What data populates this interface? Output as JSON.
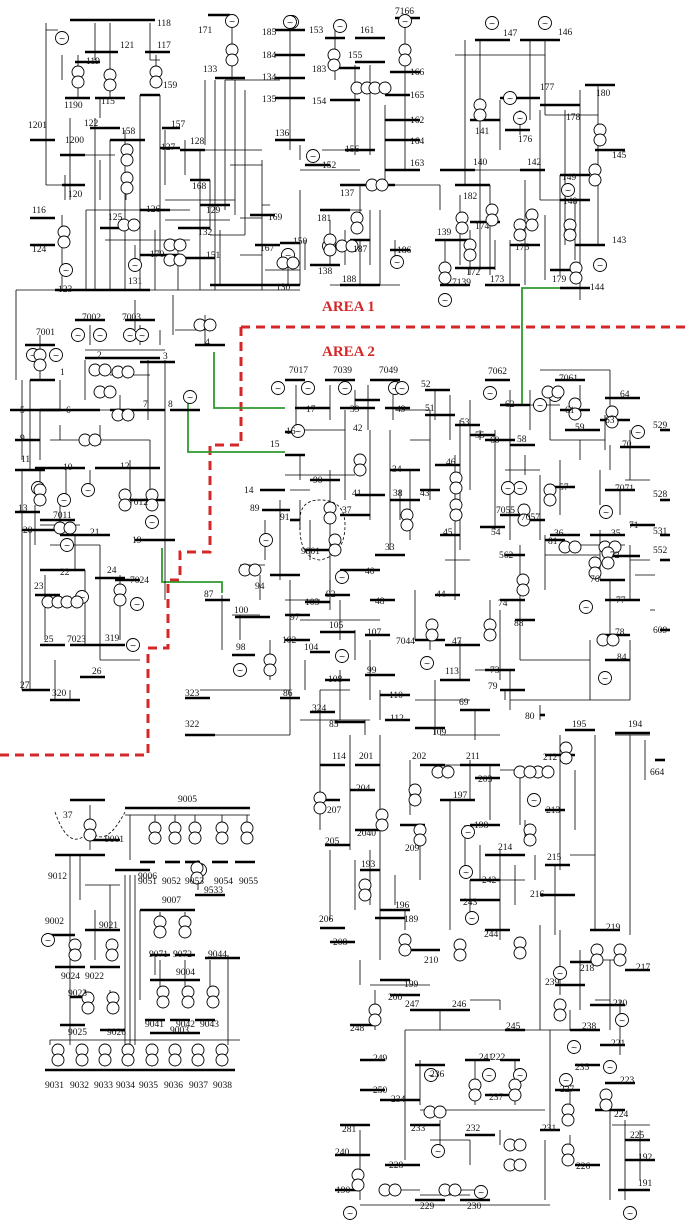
{
  "areas": {
    "area1": "AREA 1",
    "area2": "AREA 2"
  },
  "gen_symbol": "~",
  "colors": {
    "boundary": "#d62728",
    "tie_line": "#2e9a2e",
    "wire": "#000000"
  },
  "buses": {
    "b118": "118",
    "b121": "121",
    "b117": "117",
    "b119": "119",
    "b1190": "1190",
    "b115": "115",
    "b159": "159",
    "b1201": "1201",
    "b122": "122",
    "b158": "158",
    "b157": "157",
    "b1200": "1200",
    "b160": "160",
    "b120": "120",
    "b128": "128",
    "b127": "127",
    "b168": "168",
    "b126": "126",
    "b129": "129",
    "b169": "169",
    "b125": "125",
    "b132": "132",
    "b116": "116",
    "b124": "124",
    "b170": "170",
    "b151": "151",
    "b123": "123",
    "b131": "131",
    "b167": "167",
    "b150": "150",
    "b130": "130",
    "b171": "171",
    "b133": "133",
    "b185": "185",
    "b184": "184",
    "b134": "134",
    "b135": "135",
    "b136": "136",
    "b153": "153",
    "b183": "183",
    "b154": "154",
    "b161": "161",
    "b155": "155",
    "b156": "156",
    "b7166": "7166",
    "b166": "166",
    "b165": "165",
    "b162": "162",
    "b164": "164",
    "b163": "163",
    "b152": "152",
    "b137": "137",
    "b181": "181",
    "b187": "187",
    "b138": "138",
    "b188": "188",
    "b186": "186",
    "b147": "147",
    "b146": "146",
    "b177": "177",
    "b141": "141",
    "b176": "176",
    "b178": "178",
    "b180": "180",
    "b145": "145",
    "b140": "140",
    "b142": "142",
    "b149": "149",
    "b182": "182",
    "b174": "174",
    "b148": "148",
    "b139": "139",
    "b175": "175",
    "b143": "143",
    "b172": "172",
    "b173": "173",
    "b7139": "7139",
    "b179": "179",
    "b144": "144",
    "b7001": "7001",
    "b7002": "7002",
    "b7003": "7003",
    "b1": "1",
    "b2": "2",
    "b3": "3",
    "b4": "4",
    "b5": "5",
    "b6": "6",
    "b7": "7",
    "b8": "8",
    "b9": "9",
    "b10": "10",
    "b11": "11",
    "b12": "12",
    "b13": "13",
    "b7011": "7011",
    "b7012": "7012",
    "b19": "19",
    "b20": "20",
    "b21": "21",
    "b22": "22",
    "b23": "23",
    "b24": "24",
    "b7024": "7024",
    "b25": "25",
    "b7023": "7023",
    "b319": "319",
    "b26": "26",
    "b27": "27",
    "b320": "320",
    "b7017": "7017",
    "b7039": "7039",
    "b7049": "7049",
    "b17": "17",
    "b39": "39",
    "b49": "49",
    "b16": "16",
    "b15": "15",
    "b14": "14",
    "b89": "89",
    "b90": "90",
    "b91": "91",
    "b42": "42",
    "b41": "41",
    "b37": "37",
    "b38": "38",
    "b43": "43",
    "b34": "34",
    "b33": "33",
    "b9001": "9001",
    "b40": "40",
    "b92": "92",
    "b48": "48",
    "b94": "94",
    "b87": "87",
    "b100": "100",
    "b97": "97",
    "b103": "103",
    "b98": "98",
    "b102": "102",
    "b105": "105",
    "b104": "104",
    "b107": "107",
    "b108": "108",
    "b99": "99",
    "b323": "323",
    "b86": "86",
    "b324": "324",
    "b110": "110",
    "b112": "112",
    "b85": "85",
    "b322": "322",
    "b109": "109",
    "b52": "52",
    "b51": "51",
    "b53": "53",
    "b46": "46",
    "b45": "45",
    "b44": "44",
    "b54": "54",
    "b7044": "7044",
    "b47": "47",
    "b113": "113",
    "b69": "69",
    "b7062": "7062",
    "b62": "62",
    "b60": "60",
    "b55": "55",
    "b58": "58",
    "b7055": "7055",
    "b7057": "7057",
    "b57": "57",
    "b7061": "7061",
    "b61": "61",
    "b59": "59",
    "b64": "64",
    "b63": "63",
    "b529": "529",
    "b70": "70",
    "b7071": "7071",
    "b528": "528",
    "b71": "71",
    "b531": "531",
    "b81": "81",
    "b36": "36",
    "b35": "35",
    "b562": "562",
    "b72": "72",
    "b76": "76",
    "b552": "552",
    "b74": "74",
    "b77": "77",
    "b88": "88",
    "b78": "78",
    "b84": "84",
    "b609": "609",
    "b73": "73",
    "b79": "79",
    "b80": "80",
    "b195": "195",
    "b194": "194",
    "b664": "664",
    "b114": "114",
    "b201": "201",
    "b202": "202",
    "b211": "211",
    "b212": "212",
    "b207": "207",
    "b204": "204",
    "b203": "203",
    "b197": "197",
    "b198": "198",
    "b213": "213",
    "b2040": "2040",
    "b205": "205",
    "b209": "209",
    "b214": "214",
    "b215": "215",
    "b216": "216",
    "b193": "193",
    "b242": "242",
    "b243": "243",
    "b196": "196",
    "b189": "189",
    "b206": "206",
    "b208": "208",
    "b244": "244",
    "b210": "210",
    "b219": "219",
    "b218": "218",
    "b217": "217",
    "b199": "199",
    "b200": "200",
    "b239": "239",
    "b247": "247",
    "b246": "246",
    "b245": "245",
    "b220": "220",
    "b248": "248",
    "b238": "238",
    "b249": "249",
    "b221": "221",
    "b235": "235",
    "b250": "250",
    "b236": "236",
    "b241": "241",
    "b222": "222",
    "b227": "227",
    "b223": "223",
    "b234": "234",
    "b237": "237",
    "b224": "224",
    "b281": "281",
    "b233": "233",
    "b232": "232",
    "b231": "231",
    "b225": "225",
    "b240": "240",
    "b226": "226",
    "b192": "192",
    "b228": "228",
    "b191": "191",
    "b190": "190",
    "b229": "229",
    "b230": "230",
    "b9005": "9005",
    "b37b": "37",
    "b9001b": "9001",
    "b9051": "9051",
    "b9052": "9052",
    "b9053": "9053",
    "b9054": "9054",
    "b9055": "9055",
    "b9012": "9012",
    "b9006": "9006",
    "b9533": "9533",
    "b9007": "9007",
    "b9021": "9021",
    "b9002": "9002",
    "b9071": "9071",
    "b9072": "9072",
    "b9024": "9024",
    "b9022": "9022",
    "b9044": "9044",
    "b9004": "9004",
    "b9023": "9023",
    "b9025": "9025",
    "b9026": "9026",
    "b9041": "9041",
    "b9042": "9042",
    "b9043": "9043",
    "b9003": "9003",
    "b9031": "9031",
    "b9032": "9032",
    "b9033": "9033",
    "b9034": "9034",
    "b9035": "9035",
    "b9036": "9036",
    "b9037": "9037",
    "b9038": "9038"
  }
}
